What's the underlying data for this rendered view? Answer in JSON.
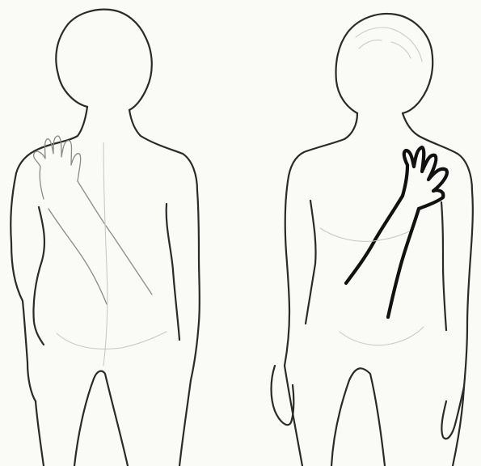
{
  "figures": [
    {
      "id": "back-view",
      "hand_stroke": "light"
    },
    {
      "id": "front-view",
      "hand_stroke": "bold"
    }
  ],
  "colors": {
    "background": "#fafaf7",
    "outline": "#2a2a2a",
    "light_trace": "#8a8a8a",
    "faint_trace": "#c9c9c4",
    "bold_trace": "#111111"
  }
}
